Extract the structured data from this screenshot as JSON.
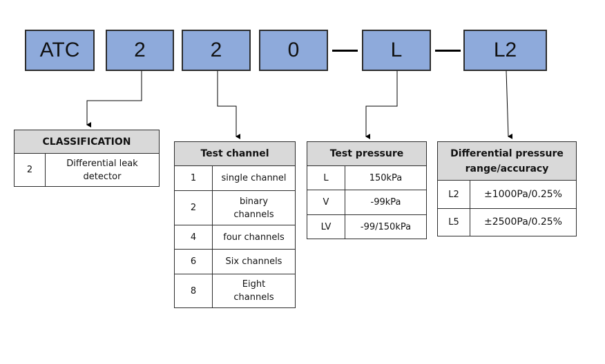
{
  "model_code": {
    "segments": [
      "ATC",
      "2",
      "2",
      "0",
      "L",
      "L2"
    ],
    "separators": [
      "—",
      "—"
    ],
    "box_color": "#8eaadb"
  },
  "tables": {
    "classification": {
      "header": "CLASSIFICATION",
      "rows": [
        {
          "code": "2",
          "desc": "Differential leak detector"
        }
      ]
    },
    "test_channel": {
      "header": "Test channel",
      "rows": [
        {
          "code": "1",
          "desc": "single channel"
        },
        {
          "code": "2",
          "desc": "binary channels"
        },
        {
          "code": "4",
          "desc": "four channels"
        },
        {
          "code": "6",
          "desc": "Six channels"
        },
        {
          "code": "8",
          "desc": "Eight channels"
        }
      ]
    },
    "test_pressure": {
      "header": "Test pressure",
      "rows": [
        {
          "code": "L",
          "desc": "150kPa"
        },
        {
          "code": "V",
          "desc": "-99kPa"
        },
        {
          "code": "LV",
          "desc": "-99/150kPa"
        }
      ]
    },
    "diff_pressure": {
      "header": "Differential pressure range/accuracy",
      "rows": [
        {
          "code": "L2",
          "desc": "±1000Pa/0.25%"
        },
        {
          "code": "L5",
          "desc": "±2500Pa/0.25%"
        }
      ]
    }
  },
  "colors": {
    "header_fill": "#d9d9d9",
    "line": "#2b2b2b"
  }
}
